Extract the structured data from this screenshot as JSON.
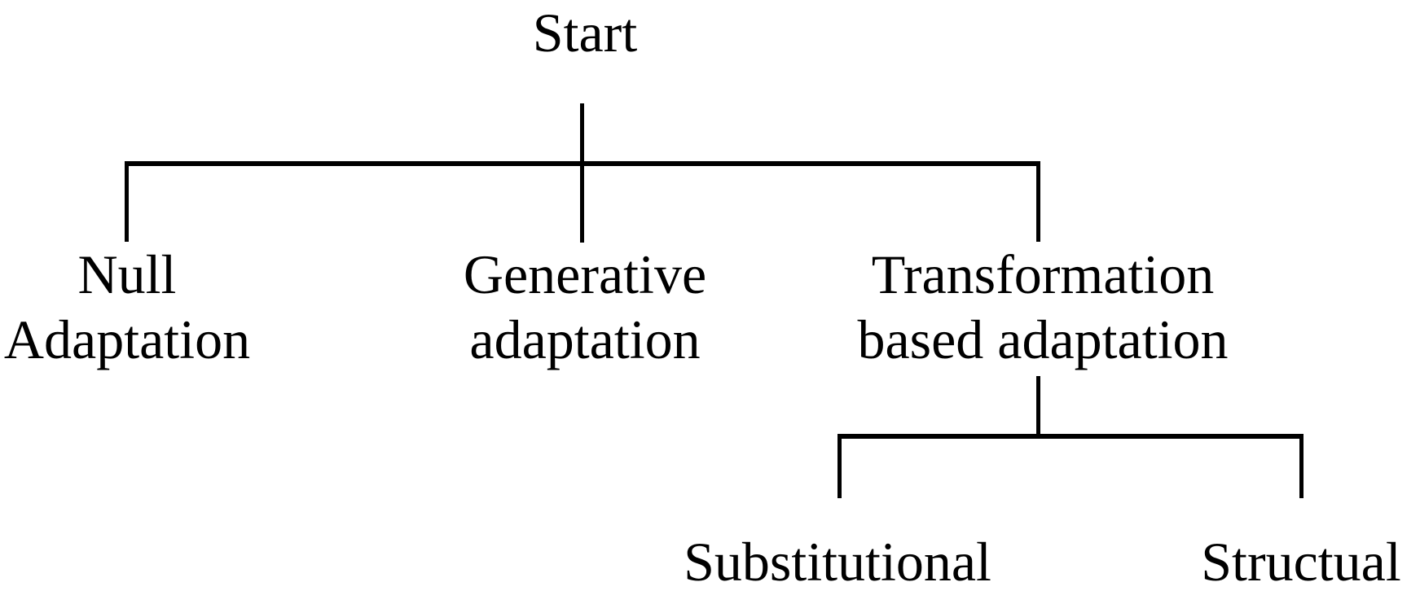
{
  "diagram": {
    "type": "tree",
    "background_color": "#ffffff",
    "line_color": "#000000",
    "text_color": "#000000",
    "nodes": {
      "start": "Start",
      "null_adaptation": {
        "line1": "Null",
        "line2": "Adaptation"
      },
      "generative": {
        "line1": "Generative",
        "line2": "adaptation"
      },
      "transformation": {
        "line1": "Transformation",
        "line2": "based adaptation"
      },
      "substitutional": "Substitutional",
      "structual": "Structual"
    },
    "hierarchy": {
      "root": "Start",
      "root_children": [
        "Null Adaptation",
        "Generative adaptation",
        "Transformation based adaptation"
      ],
      "transformation_children": [
        "Substitutional",
        "Structual"
      ]
    }
  }
}
